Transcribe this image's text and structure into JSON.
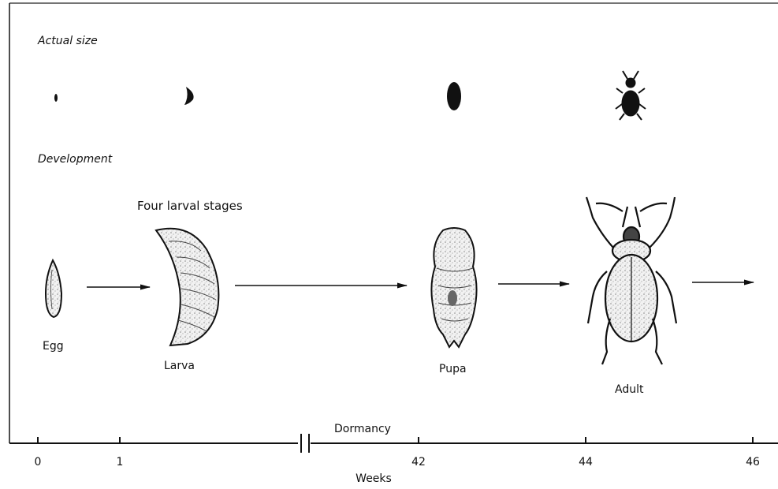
{
  "sections": {
    "actual_size": "Actual size",
    "development": "Development"
  },
  "annotations": {
    "larval_stages": "Four larval stages"
  },
  "stages": {
    "egg": "Egg",
    "larva": "Larva",
    "pupa": "Pupa",
    "adult": "Adult"
  },
  "timeline": {
    "dormancy": "Dormancy",
    "axis_label": "Weeks",
    "ticks": [
      "0",
      "1",
      "42",
      "44",
      "46"
    ]
  },
  "colors": {
    "ink": "#111111",
    "stipple": "#777777",
    "background": "#ffffff"
  }
}
